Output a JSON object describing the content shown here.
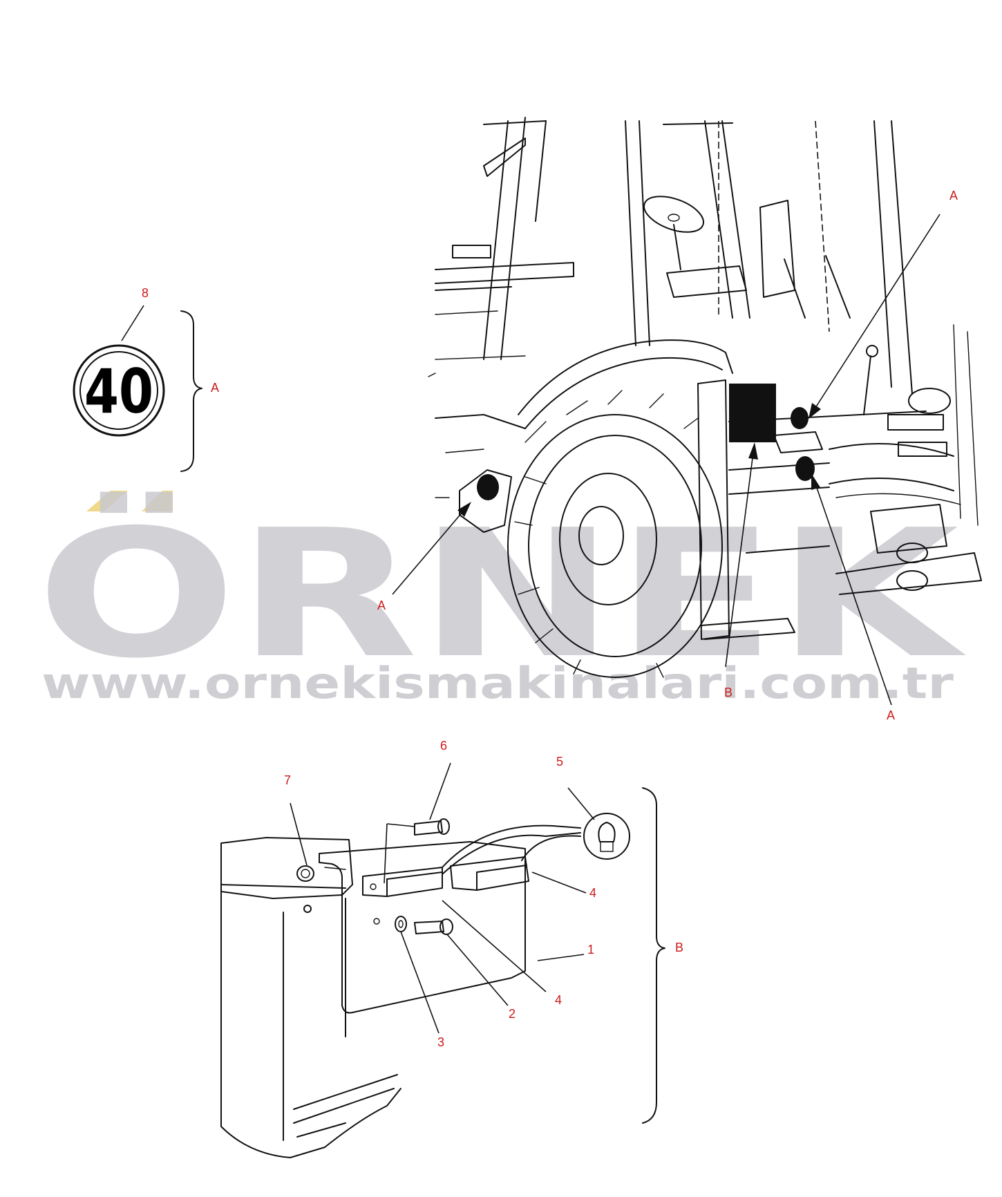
{
  "watermark": {
    "brand": "ÖRNEK",
    "url": "www.ornekismakinalari.com.tr",
    "color": "#c9c9cf",
    "accent": "#f0d88a"
  },
  "speed_sign": {
    "value": "40"
  },
  "callouts": {
    "item_1": "1",
    "item_2": "2",
    "item_3": "3",
    "item_4_upper": "4",
    "item_4_lower": "4",
    "item_5": "5",
    "item_6": "6",
    "item_7": "7",
    "item_8": "8",
    "group_a_bracket": "A",
    "group_a_top": "A",
    "group_a_left": "A",
    "group_a_bottom": "A",
    "group_b_bracket": "B",
    "group_b_pointer": "B"
  },
  "colors": {
    "callout": "#cc1a1a",
    "line": "#111111"
  },
  "icons": [
    "speed-limit-sign-icon",
    "bulb-icon"
  ]
}
